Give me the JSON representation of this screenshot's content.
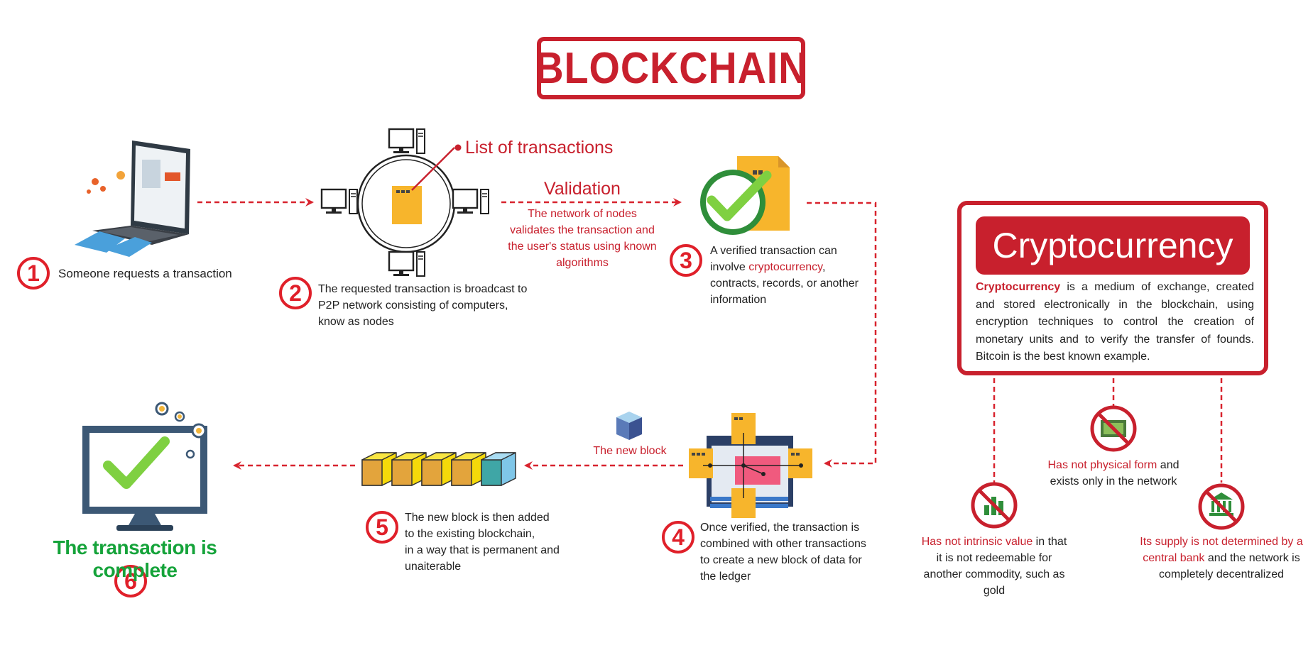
{
  "title": "BLOCKCHAIN",
  "steps": [
    {
      "num": "1",
      "text": "Someone requests a transaction"
    },
    {
      "num": "2",
      "lines": [
        "The requested transaction is broadcast to",
        "P2P network consisting of computers,",
        "know as nodes"
      ]
    },
    {
      "num": "3",
      "line1": "A verified transaction  can",
      "line2_pre": "involve ",
      "line2_red": "cryptocurrency",
      "line2_post": ",",
      "line3": "contracts, records, or another",
      "line4": "information"
    },
    {
      "num": "4",
      "lines": [
        "Once verified, the transaction is",
        "combined with other transactions",
        "to create a new block of data for",
        "the ledger"
      ]
    },
    {
      "num": "5",
      "lines": [
        "The new block is then added",
        "to the existing blockchain,",
        "in a way that is permanent and",
        "unaiterable"
      ]
    },
    {
      "num": "6",
      "text": "The transaction is complete"
    }
  ],
  "labels": {
    "list_of_transactions": "List of transactions",
    "validation": "Validation",
    "validation_desc": [
      "The network of nodes",
      "validates the transaction and",
      "the user's status using known",
      "algorithms"
    ],
    "new_block": "The new block"
  },
  "crypto": {
    "heading": "Cryptocurrency",
    "desc_bold": "Cryptocurrency",
    "desc_rest": " is a medium of exchange, created and stored electronically in the blockchain, using encryption techniques to control the creation of monetary units and to verify the transfer of founds. Bitcoin is the best known example.",
    "props": [
      {
        "red": "Has not physical form",
        "rest": " and",
        "line2": "exists only in the network"
      },
      {
        "red": "Has not intrinsic value",
        "rest": " in that",
        "lines": [
          "it is not redeemable for",
          "another commodity, such as",
          "gold"
        ]
      },
      {
        "red": "Its supply is not determined by a",
        "line2_red": "central bank",
        "line2_rest": " and the network is",
        "line3": "completely decentralized"
      }
    ]
  },
  "colors": {
    "accent_red": "#c8202d",
    "dashed_red": "#d8232e",
    "success_green": "#15a33a",
    "block_yellow": "#f5d90a",
    "block_blue": "#7fc6e8"
  }
}
